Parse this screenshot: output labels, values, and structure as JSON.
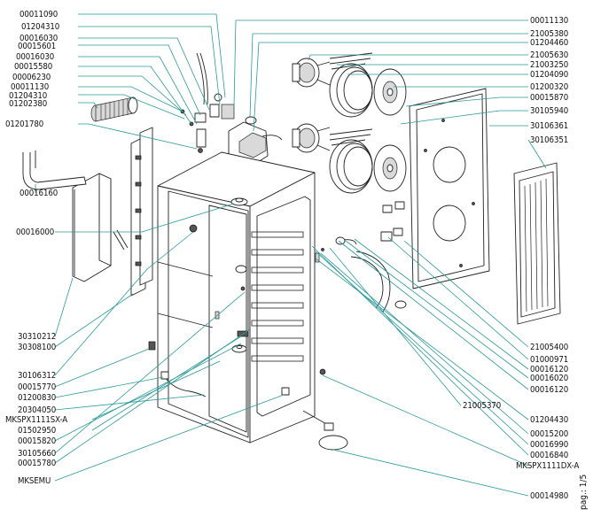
{
  "page_number": "pag.: 1/5",
  "labels_left": [
    "00011090",
    "01204310",
    "00016030",
    "00015601",
    "00016030",
    "00015580",
    "00006230",
    "00011130",
    "01204310",
    "01202380",
    "01201780",
    "00016160",
    "00016000",
    "30310212",
    "30308100",
    "30106312",
    "00015770",
    "01200830",
    "20304050",
    "MKSPX1111SX-A",
    "01502950",
    "00015820",
    "30105660",
    "00015780",
    "MKSEMU"
  ],
  "labels_right": [
    "00011130",
    "21005380",
    "01204460",
    "21005630",
    "21003250",
    "01204090",
    "01200320",
    "00015870",
    "30105940",
    "30106361",
    "30106351",
    "21005400",
    "01000971",
    "00016120",
    "00016020",
    "00016120",
    "21005370",
    "01204430",
    "00015200",
    "00016990",
    "00016840",
    "MKSPX1111DX-A",
    "00014980"
  ]
}
